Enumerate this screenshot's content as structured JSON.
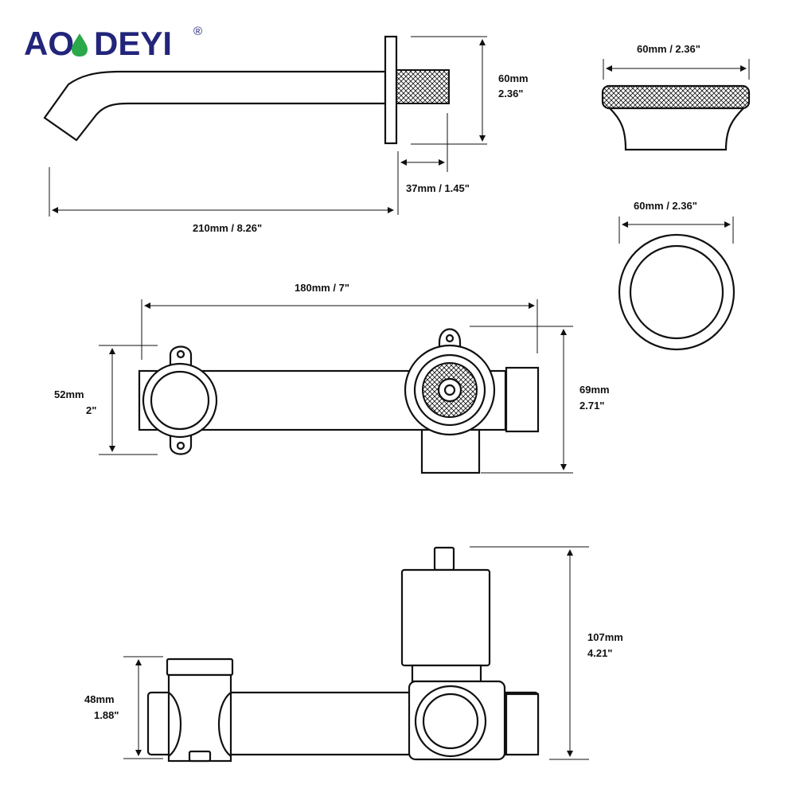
{
  "brand": {
    "name_a": "AO",
    "name_b": "DEYI",
    "registered": "®",
    "color": "#22257a",
    "drop_color": "#2aa84a"
  },
  "dimensions": {
    "spout_flange_height": {
      "mm": "60mm",
      "inch": "2.36\""
    },
    "spout_thread": "37mm / 1.45\"",
    "spout_length": "210mm / 8.26\"",
    "knob_side_width": "60mm / 2.36\"",
    "knob_front_diameter": "60mm / 2.36\"",
    "valve_width": "180mm / 7\"",
    "valve_left_height": {
      "mm": "52mm",
      "inch": "2\""
    },
    "valve_right_height": {
      "mm": "69mm",
      "inch": "2.71\""
    },
    "valve_side_left_height": {
      "mm": "48mm",
      "inch": "1.88\""
    },
    "valve_side_total_height": {
      "mm": "107mm",
      "inch": "4.21\""
    }
  }
}
